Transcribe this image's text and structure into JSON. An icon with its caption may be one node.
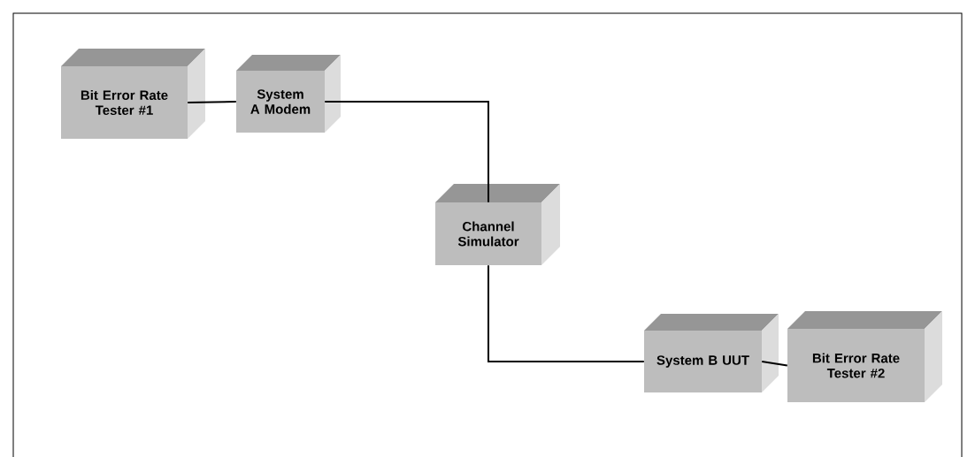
{
  "diagram": {
    "nodes": [
      {
        "text": [
          "Bit Error Rate Tester #1"
        ]
      },
      {
        "text": [
          "System A Modem"
        ]
      },
      {
        "text": [
          "Channel Simulator"
        ]
      },
      {
        "text": [
          "System B UUT"
        ]
      },
      {
        "text": [
          "Bit Error Rate Tester #2"
        ]
      }
    ],
    "edges": [
      {
        "from": 0,
        "to": 1,
        "arrow": "none"
      },
      {
        "from": 1,
        "to": 2,
        "arrow": "none"
      },
      {
        "from": 2,
        "to": 3,
        "arrow": "none"
      },
      {
        "from": 3,
        "to": 4,
        "arrow": "none"
      }
    ]
  }
}
